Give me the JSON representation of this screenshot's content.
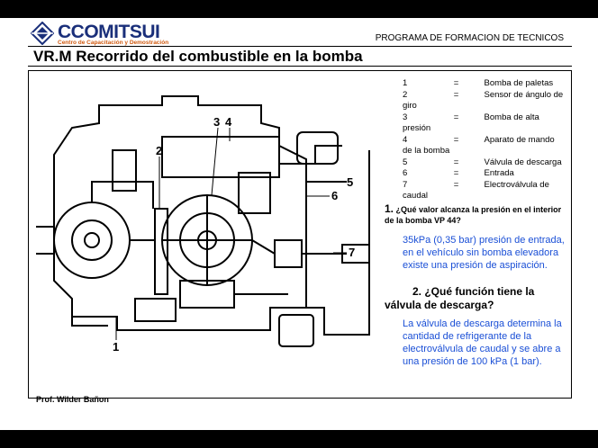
{
  "header": {
    "logo_name": "CCOMITSUI",
    "logo_subtitle": "Centro de Capacitación y Demostración",
    "program": "PROGRAMA DE FORMACION DE TECNICOS"
  },
  "title": "VR.M Recorrido del combustible en la bomba",
  "diagram": {
    "labels": [
      "1",
      "2",
      "3",
      "4",
      "5",
      "6",
      "7"
    ]
  },
  "legend": [
    {
      "num": "1",
      "eq": "=",
      "desc": "Bomba de paletas",
      "cont": ""
    },
    {
      "num": "2",
      "eq": "=",
      "desc": "Sensor de ángulo de",
      "cont": "giro"
    },
    {
      "num": "3",
      "eq": "=",
      "desc": "Bomba de alta",
      "cont": "presión"
    },
    {
      "num": "4",
      "eq": "=",
      "desc": "Aparato de mando",
      "cont": "de la bomba"
    },
    {
      "num": "5",
      "eq": "=",
      "desc": "Válvula de descarga",
      "cont": ""
    },
    {
      "num": "6",
      "eq": "=",
      "desc": "Entrada",
      "cont": ""
    },
    {
      "num": "7",
      "eq": "=",
      "desc": "Electroválvula de",
      "cont": "caudal"
    }
  ],
  "question1": {
    "number": "1.",
    "text": "¿Qué valor alcanza la presión en el interior de la bomba VP 44?"
  },
  "answer1": "35kPa (0,35 bar) presión de entrada, en el vehículo sin bomba elevadora existe una presión de aspiración.",
  "question2": {
    "line1": "2. ¿Qué función tiene la",
    "line2": "válvula de descarga?"
  },
  "answer2": "La válvula de descarga determina la cantidad de refrigerante de la electroválvula de caudal y se abre a una presión de 100 kPa (1 bar).",
  "footer": "Prof. Wilder Bañon"
}
